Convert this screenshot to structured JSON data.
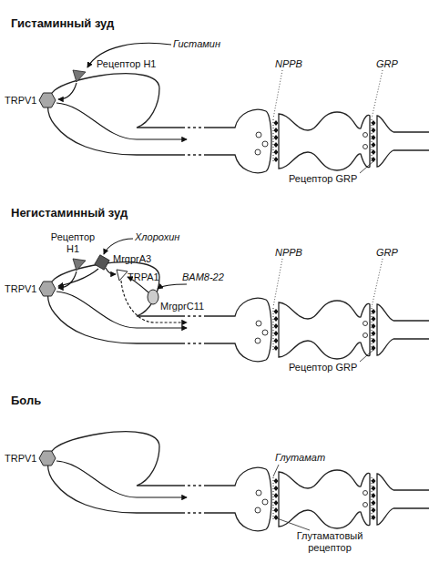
{
  "diagram": {
    "labels": [
      "Гистаминный зуд",
      "Гистамин",
      "Рецептор H1",
      "TRPV1",
      "NPPB",
      "GRP",
      "Рецептор GRP",
      "Негистаминный зуд",
      "Хлорохин",
      "Рецептор H1",
      "TRPV1",
      "MrgprA3",
      "BAM8-22",
      "TRPA1",
      "MrgprC11",
      "NPPB",
      "GRP",
      "Рецептор GRP",
      "Боль",
      "TRPV1",
      "Глутамат",
      "Глутаматовый рецептор"
    ]
  }
}
